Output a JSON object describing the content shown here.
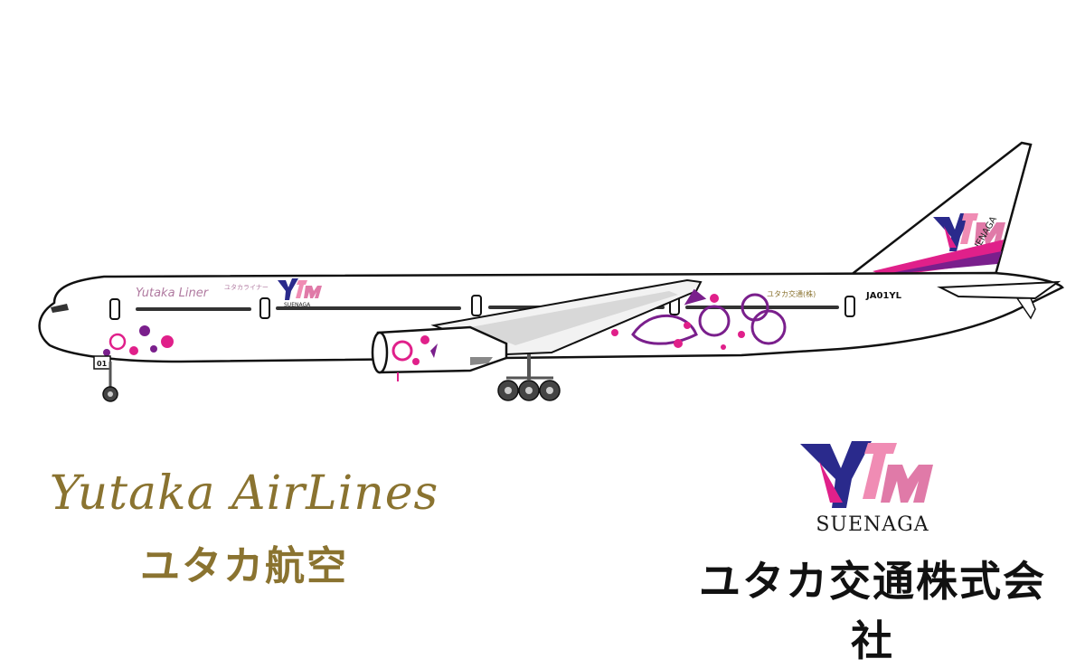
{
  "aircraft": {
    "registration": "JA01YL",
    "nose_gear_number": "01",
    "livery_script": "Yutaka Liner",
    "livery_script_small": "ユタカライナー",
    "fuselage_company": "ユタカ交通(株)",
    "fuselage_logo_text": "SUENAGA",
    "tail_logo_text": "SUENAGA",
    "colors": {
      "magenta": "#e0208a",
      "purple": "#7a1f8c",
      "navy": "#2a2a8c",
      "pink": "#f08cb4",
      "gold": "#8a7330"
    }
  },
  "brand_left": {
    "script_name": "Yutaka AirLines",
    "japanese_name": "ユタカ航空"
  },
  "brand_right": {
    "logo_letters": "YTM",
    "logo_sub": "SUENAGA",
    "company_name": "ユタカ交通株式会社"
  }
}
